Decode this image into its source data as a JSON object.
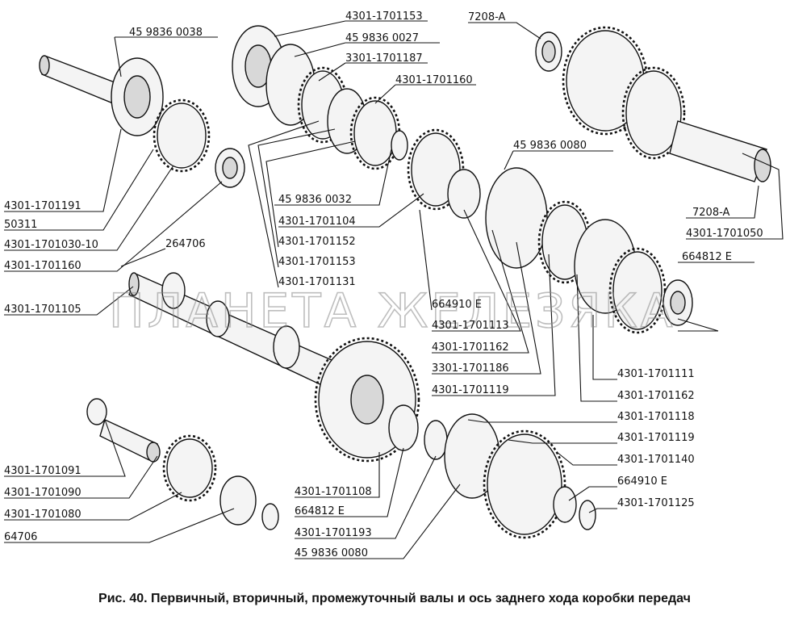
{
  "watermark": "ПЛАНЕТА ЖЕЛЕЗЯКА",
  "caption": "Рис. 40. Первичный, вторичный, промежуточный валы и ось заднего хода коробки передач",
  "labels": [
    "45 9836 0038",
    "4301-1701153",
    "45 9836 0027",
    "3301-1701187",
    "4301-1701160",
    "7208-A",
    "45 9836 0080",
    "4301-1701191",
    "50311",
    "4301-1701030-10",
    "4301-1701160",
    "264706",
    "45 9836 0032",
    "4301-1701104",
    "4301-1701152",
    "4301-1701153",
    "4301-1701131",
    "7208-A",
    "4301-1701050",
    "664812 E",
    "4301-1701105",
    "664910 E",
    "4301-1701113",
    "4301-1701162",
    "3301-1701186",
    "4301-1701119",
    "4301-1701111",
    "4301-1701162",
    "4301-1701118",
    "4301-1701119",
    "4301-1701140",
    "664910 E",
    "4301-1701125",
    "4301-1701091",
    "4301-1701090",
    "4301-1701080",
    "64706",
    "4301-1701108",
    "664812 E",
    "4301-1701193",
    "45 9836 0080"
  ]
}
